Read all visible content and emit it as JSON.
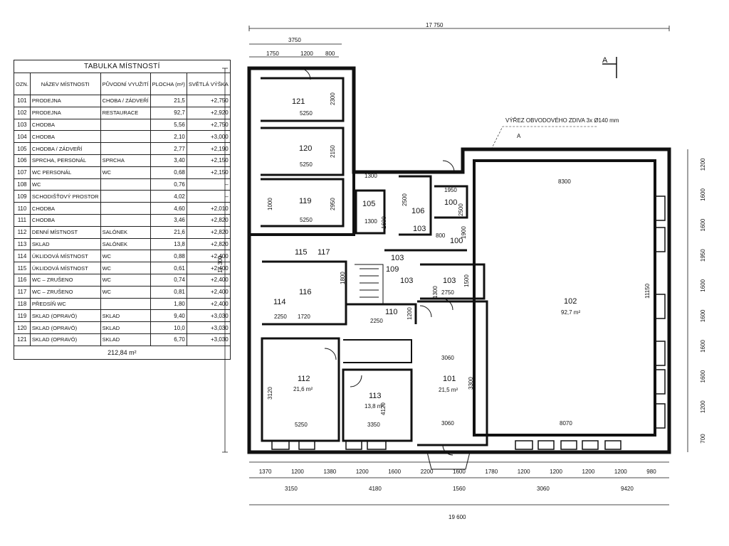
{
  "table": {
    "title": "TABULKA MÍSTNOSTÍ",
    "headers": [
      "OZN.",
      "NÁZEV MÍSTNOSTI",
      "PŮVODNÍ VYUŽITÍ",
      "PLOCHA (m²)",
      "SVĚTLÁ VÝŠKA"
    ],
    "rows": [
      [
        "101",
        "PRODEJNA",
        "CHOBA / ZÁDVEŘÍ",
        "21,5",
        "+2,750"
      ],
      [
        "102",
        "PRODEJNA",
        "RESTAURACE",
        "92,7",
        "+2,920"
      ],
      [
        "103",
        "CHODBA",
        "",
        "5,56",
        "+2,750"
      ],
      [
        "104",
        "CHODBA",
        "",
        "2,10",
        "+3,000"
      ],
      [
        "105",
        "CHODBA / ZÁDVEŘÍ",
        "",
        "2,77",
        "+2,190"
      ],
      [
        "106",
        "SPRCHA, PERSONÁL",
        "SPRCHA",
        "3,40",
        "+2,150"
      ],
      [
        "107",
        "WC PERSONÁL",
        "WC",
        "0,68",
        "+2,150"
      ],
      [
        "108",
        "WC",
        "",
        "0,76",
        "–"
      ],
      [
        "109",
        "SCHODIŠŤOVÝ PROSTOR",
        "",
        "4,02",
        "–"
      ],
      [
        "110",
        "CHODBA",
        "",
        "4,60",
        "+2,010"
      ],
      [
        "111",
        "CHODBA",
        "",
        "3,46",
        "+2,820"
      ],
      [
        "112",
        "DENNÍ MÍSTNOST",
        "SALÓNEK",
        "21,6",
        "+2,820"
      ],
      [
        "113",
        "SKLAD",
        "SALÓNEK",
        "13,8",
        "+2,820"
      ],
      [
        "114",
        "ÚKLIDOVÁ MÍSTNOST",
        "WC",
        "0,88",
        "+2,400"
      ],
      [
        "115",
        "ÚKLIDOVÁ MÍSTNOST",
        "WC",
        "0,61",
        "+2,400"
      ],
      [
        "116",
        "WC – ZRUŠENO",
        "WC",
        "0,74",
        "+2,400"
      ],
      [
        "117",
        "WC – ZRUŠENO",
        "WC",
        "0,81",
        "+2,400"
      ],
      [
        "118",
        "PŘEDSÍŇ WC",
        "",
        "1,80",
        "+2,400"
      ],
      [
        "119",
        "SKLAD (OPRAVÓ)",
        "SKLAD",
        "9,40",
        "+3,030"
      ],
      [
        "120",
        "SKLAD (OPRAVÓ)",
        "SKLAD",
        "10,0",
        "+3,030"
      ],
      [
        "121",
        "SKLAD (OPRAVÓ)",
        "SKLAD",
        "6,70",
        "+3,030"
      ]
    ],
    "total": "212,84 m²"
  },
  "plan": {
    "section_mark": "A",
    "section_mark_2": "A",
    "note": "VÝŘEZ OBVODOVÉHO ZDIVA 3x Ø140 mm",
    "dims_top": {
      "overall": "17 750",
      "partial": "3750",
      "d1": "1750",
      "d2": "1200",
      "d3": "800"
    },
    "dims_left": {
      "overall": "17 300"
    },
    "dims_bottom_row1": [
      "1370",
      "1200",
      "1380",
      "1200",
      "1600",
      "2200",
      "1600",
      "1780",
      "1200",
      "1200",
      "1200",
      "1200",
      "980"
    ],
    "dims_bottom_row2": [
      "3150",
      "4180",
      "1560",
      "3060",
      "9420"
    ],
    "dims_bottom_overall": "19 600",
    "dims_right": [
      "1200",
      "1600",
      "1600",
      "1950",
      "1600",
      "1600",
      "1600",
      "1600",
      "1200",
      "700"
    ],
    "interior_dims": {
      "d5250a": "5250",
      "d2300": "2300",
      "d5250b": "5250",
      "d2150": "2150",
      "d5250c": "5250",
      "d2950": "2950",
      "d1300a": "1300",
      "d1300b": "1300",
      "d1600": "1600",
      "d2500a": "2500",
      "d1950": "1950",
      "d2500b": "2500",
      "d1900": "1900",
      "d800": "800",
      "d1800": "1800",
      "d2750": "2750",
      "d1500": "1500",
      "d2250a": "2250",
      "d1720": "1720",
      "d1200a": "1200",
      "d2250b": "2250",
      "d1300c": "1300",
      "d3060a": "3060",
      "d3300": "3300",
      "d4120": "4120",
      "d3120": "3120",
      "d5250d": "5250",
      "d3350": "3350",
      "d3060b": "3060",
      "d8300": "8300",
      "d11150": "11150",
      "d8070": "8070",
      "d1000": "1000"
    },
    "rooms": {
      "r121": "121",
      "r120": "120",
      "r119": "119",
      "r105": "105",
      "r106": "106",
      "r100a": "100",
      "r103a": "103",
      "r100b": "100",
      "r103b": "103",
      "r115": "115",
      "r117": "117",
      "r109": "109",
      "r103c": "103",
      "r103d": "103",
      "r114": "114",
      "r116": "116",
      "r110": "110",
      "r102": "102",
      "r102_area": "92,7 m²",
      "r112": "112",
      "r112_area": "21,6 m²",
      "r113": "113",
      "r113_area": "13,8 m²",
      "r101": "101",
      "r101_area": "21,5 m²"
    }
  }
}
